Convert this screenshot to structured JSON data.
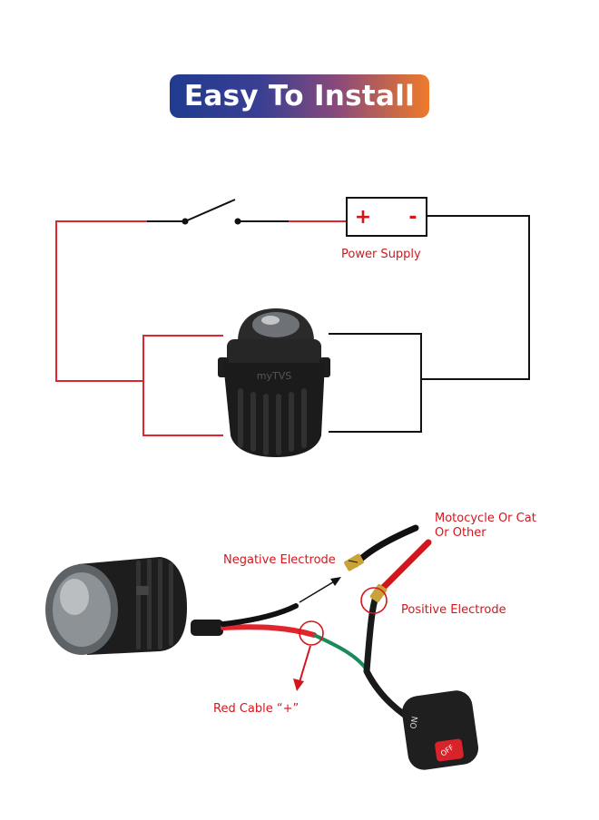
{
  "title": "Easy To Install",
  "colors": {
    "red": "#d4161c",
    "wire_red": "#e0262c",
    "black": "#111111",
    "badge_start": "#1f3b8f",
    "badge_end": "#ef7a2a"
  },
  "schematic": {
    "power_supply_label": "Power Supply",
    "plus_sign": "+",
    "minus_sign": "-",
    "lamp_brand": "myTVS"
  },
  "wiring": {
    "vehicle_label": "Motocycle Or Cat\nOr Other",
    "negative_label": "Negative Electrode",
    "positive_label": "Positive Electrode",
    "red_cable_label": "Red Cable “+”",
    "switch_on": "ON",
    "switch_off": "OFF"
  }
}
